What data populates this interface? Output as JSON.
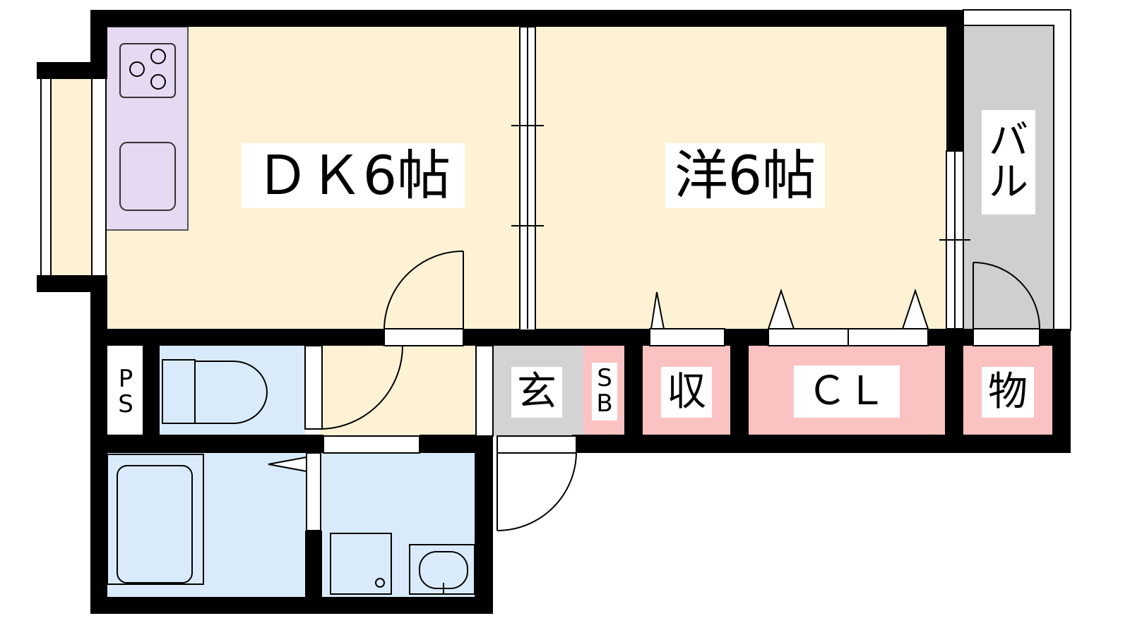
{
  "floorplan": {
    "rooms": {
      "dk": {
        "label": "ＤＫ6帖"
      },
      "western": {
        "label": "洋6帖"
      },
      "balcony": {
        "label_chars": [
          "バ",
          "ル"
        ]
      },
      "genkan": {
        "label": "玄"
      },
      "shoebox": {
        "label_chars": [
          "S",
          "B"
        ]
      },
      "storage": {
        "label": "収"
      },
      "closet": {
        "label": "ＣＬ"
      },
      "storeroom": {
        "label": "物"
      },
      "pipe_space": {
        "label_chars": [
          "P",
          "S"
        ]
      }
    },
    "colors": {
      "wall": "#000000",
      "dk_fill": "#fdf2d4",
      "western_fill": "#fdf2d4",
      "kitchen_fill": "#e6d9f2",
      "wet_area_fill": "#d9ebfb",
      "storage_fill": "#fbc2c2",
      "genkan_fill": "#d3d3d3",
      "balcony_fill": "#cfcfcf"
    },
    "icons": [
      "stove-icon",
      "sink-icon",
      "toilet-icon",
      "bathtub-icon",
      "washbasin-icon",
      "washing-machine-pan-icon"
    ]
  }
}
